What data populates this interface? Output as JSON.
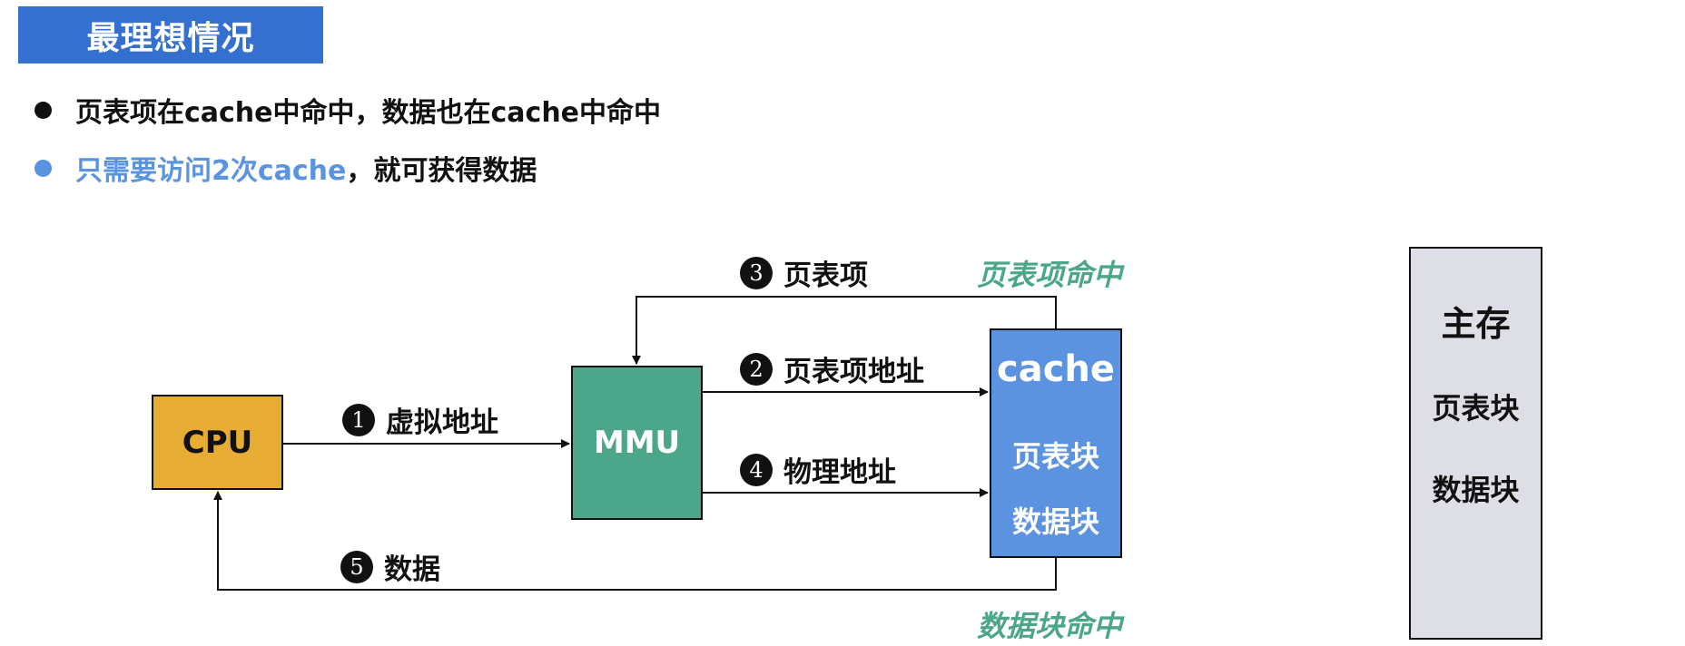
{
  "header": {
    "title": "最理想情况"
  },
  "bullets": [
    {
      "text": "页表项在cache中命中，数据也在cache中命中",
      "color": "#111111"
    },
    {
      "highlight": "只需要访问2次cache",
      "rest": "，就可获得数据",
      "highlight_color": "#5a93e0"
    }
  ],
  "diagram": {
    "nodes": {
      "cpu": {
        "label": "CPU",
        "color": "#e6ac34"
      },
      "mmu": {
        "label": "MMU",
        "color": "#4ba68a"
      },
      "cache": {
        "label": "cache",
        "lines": [
          "页表块",
          "数据块"
        ],
        "color": "#5b93e0"
      },
      "memory": {
        "label": "主存",
        "lines": [
          "页表块",
          "数据块"
        ],
        "color": "#dedfe6"
      }
    },
    "steps": [
      {
        "num": "1",
        "label": "虚拟地址",
        "from": "cpu",
        "to": "mmu"
      },
      {
        "num": "2",
        "label": "页表项地址",
        "from": "mmu",
        "to": "cache"
      },
      {
        "num": "3",
        "label": "页表项",
        "from": "cache",
        "to": "mmu"
      },
      {
        "num": "4",
        "label": "物理地址",
        "from": "mmu",
        "to": "cache"
      },
      {
        "num": "5",
        "label": "数据",
        "from": "cache",
        "to": "cpu"
      }
    ],
    "annotations": {
      "pte_hit": "页表项命中",
      "data_hit": "数据块命中",
      "color": "#4ba68a"
    }
  }
}
